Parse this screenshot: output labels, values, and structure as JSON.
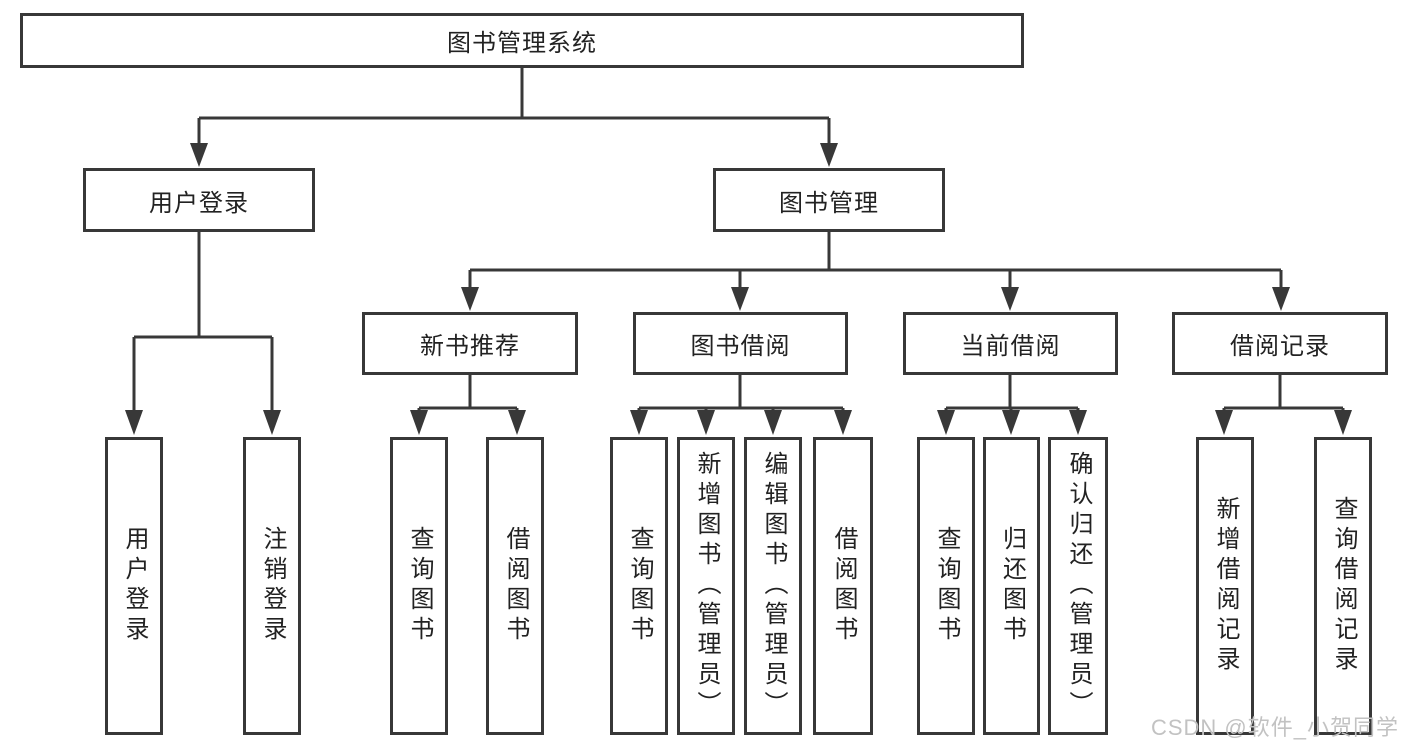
{
  "tree": {
    "root": "图书管理系统",
    "l2": [
      "用户登录",
      "图书管理"
    ],
    "l3": [
      "新书推荐",
      "图书借阅",
      "当前借阅",
      "借阅记录"
    ],
    "leaves_user_login": [
      "用户登录",
      "注销登录"
    ],
    "leaves_new_book": [
      "查询图书",
      "借阅图书"
    ],
    "leaves_book_borrow": [
      "查询图书",
      "新增图书（管理员）",
      "编辑图书（管理员）",
      "借阅图书"
    ],
    "leaves_current_borrow": [
      "查询图书",
      "归还图书",
      "确认归还（管理员）"
    ],
    "leaves_borrow_records": [
      "新增借阅记录",
      "查询借阅记录"
    ]
  },
  "watermark": "CSDN @软件_小贺同学",
  "colors": {
    "line": "#383838",
    "text": "#222222",
    "watermark": "#c2c2c2",
    "background": "#ffffff"
  }
}
